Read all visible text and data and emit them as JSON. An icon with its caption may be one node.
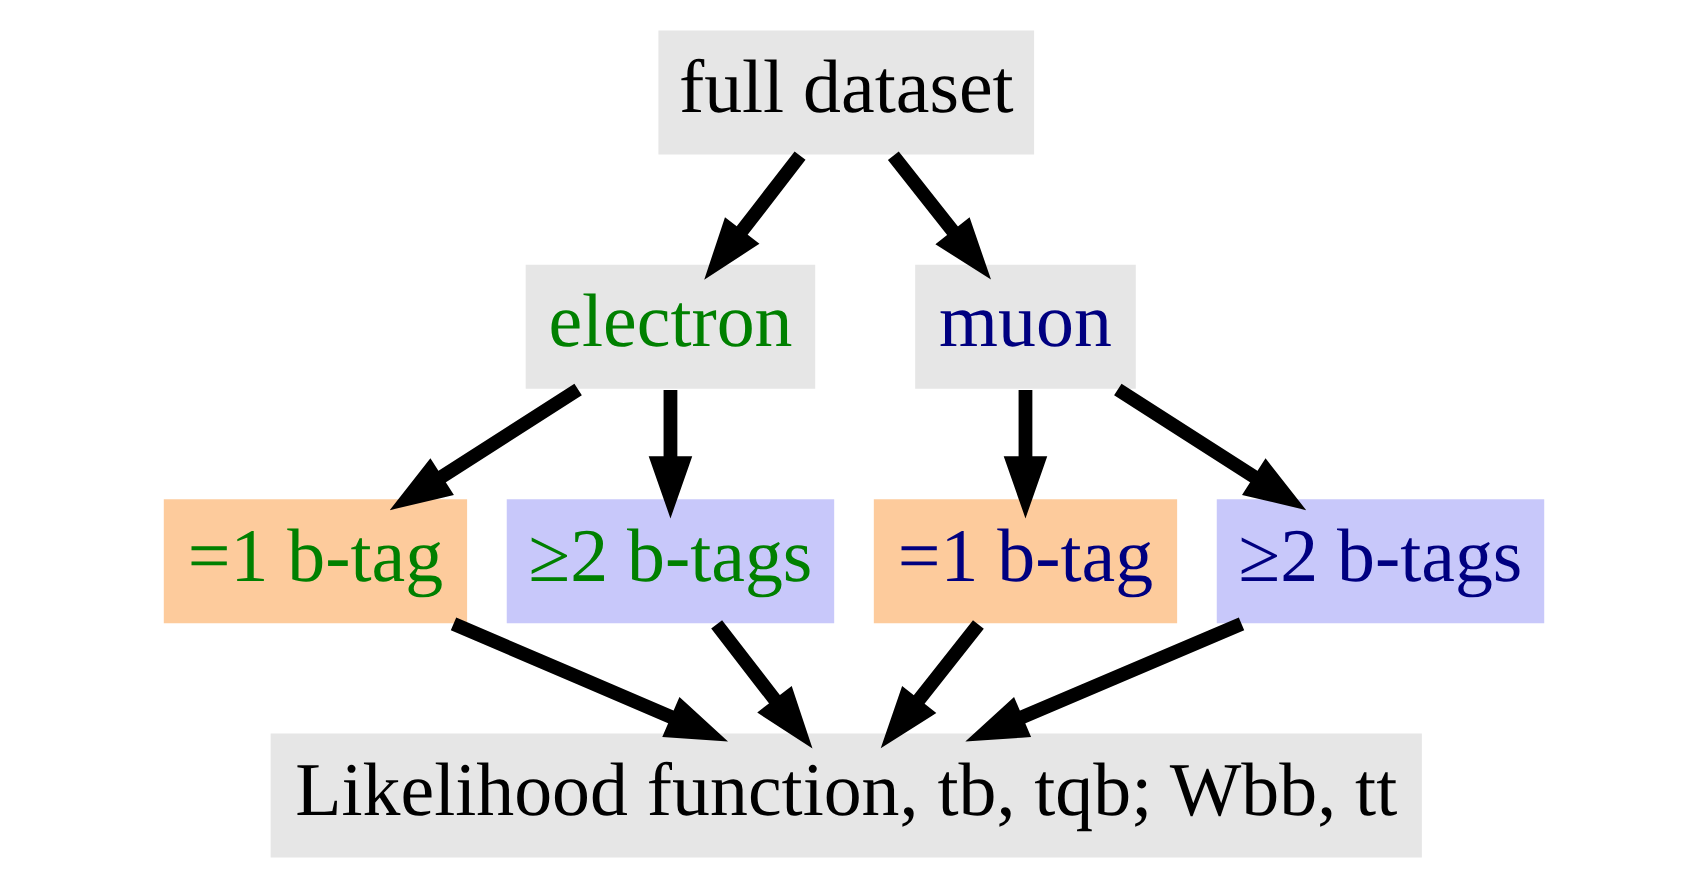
{
  "diagram": {
    "nodes": [
      {
        "text": [
          "full dataset"
        ]
      },
      {
        "text": [
          "electron"
        ]
      },
      {
        "text": [
          "muon"
        ]
      },
      {
        "text": [
          "=1 b-tag"
        ]
      },
      {
        "text": [
          "≥2 b-tags"
        ]
      },
      {
        "text": [
          "=1 b-tag"
        ]
      },
      {
        "text": [
          "≥2 b-tags"
        ]
      },
      {
        "text": [
          "Likelihood function, tb, tqb; Wbb, tt"
        ]
      }
    ],
    "edges": [
      {
        "from": 0,
        "to": 1,
        "arrow": "to"
      },
      {
        "from": 0,
        "to": 2,
        "arrow": "to"
      },
      {
        "from": 1,
        "to": 3,
        "arrow": "to"
      },
      {
        "from": 1,
        "to": 4,
        "arrow": "to"
      },
      {
        "from": 2,
        "to": 5,
        "arrow": "to"
      },
      {
        "from": 2,
        "to": 6,
        "arrow": "to"
      },
      {
        "from": 3,
        "to": 7,
        "arrow": "to"
      },
      {
        "from": 4,
        "to": 7,
        "arrow": "to"
      },
      {
        "from": 5,
        "to": 7,
        "arrow": "to"
      },
      {
        "from": 6,
        "to": 7,
        "arrow": "to"
      }
    ]
  }
}
